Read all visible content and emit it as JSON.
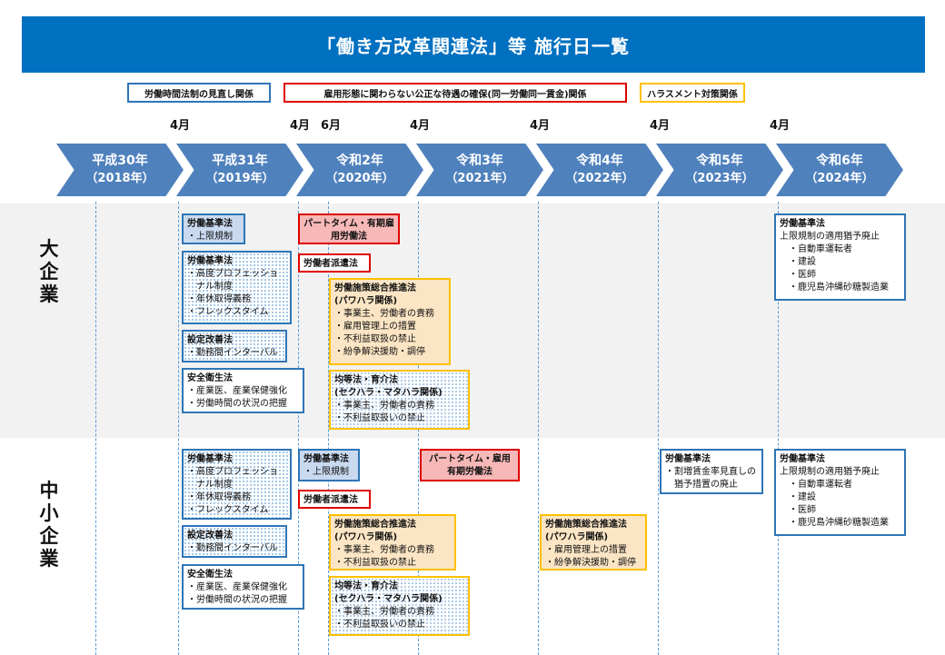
{
  "title": "「働き方改革関連法」等 施行日一覧",
  "legend": {
    "blue": "労働時間法制の見直し関係",
    "red": "雇用形態に関わらない公正な待遇の確保(同一労働同一賃金)関係",
    "orange": "ハラスメント対策関係"
  },
  "months": [
    "4月",
    "4月",
    "6月",
    "4月",
    "4月",
    "4月",
    "4月"
  ],
  "years": [
    {
      "name": "平成30年",
      "sub": "（2018年）"
    },
    {
      "name": "平成31年",
      "sub": "（2019年）"
    },
    {
      "name": "令和2年",
      "sub": "（2020年）"
    },
    {
      "name": "令和3年",
      "sub": "（2021年）"
    },
    {
      "name": "令和4年",
      "sub": "（2022年）"
    },
    {
      "name": "令和5年",
      "sub": "（2023年）"
    },
    {
      "name": "令和6年",
      "sub": "（2024年）"
    }
  ],
  "sections": {
    "large": "大企業",
    "small": "中小企業"
  },
  "large": {
    "b1": {
      "title": "労働基準法",
      "items": [
        "・上限規制"
      ]
    },
    "b2": {
      "title": "労働基準法",
      "items": [
        "・高度プロフェッショ",
        "　ナル制度",
        "・年休取得義務",
        "・フレックスタイム"
      ]
    },
    "b3": {
      "title": "設定改善法",
      "items": [
        "・勤務間インターバル"
      ]
    },
    "b4": {
      "title": "安全衛生法",
      "items": [
        "・産業医、産業保健強化",
        "・労働時間の状況の把握"
      ]
    },
    "r1": {
      "text": "パートタイム・有期雇用労働法"
    },
    "r2": {
      "text": "労働者派遣法"
    },
    "o1": {
      "title": "労働施策総合推進法",
      "subtitle": "(パワハラ関係)",
      "items": [
        "・事業主、労働者の責務",
        "・雇用管理上の措置",
        "・不利益取扱の禁止",
        "・紛争解決援助・調停"
      ]
    },
    "o2": {
      "title": "均等法・育介法",
      "subtitle": "(セクハラ・マタハラ関係)",
      "items": [
        "・事業主、労働者の責務",
        "・不利益取扱いの禁止"
      ]
    },
    "b5": {
      "title": "労働基準法",
      "items": [
        "上限規制の適用猶予廃止",
        "　・自動車運転者",
        "　・建設",
        "　・医師",
        "　・鹿児島沖縄砂糖製造業"
      ]
    }
  },
  "small": {
    "b1": {
      "title": "労働基準法",
      "items": [
        "・高度プロフェッショ",
        "　ナル制度",
        "・年休取得義務",
        "・フレックスタイム"
      ]
    },
    "b2": {
      "title": "設定改善法",
      "items": [
        "・勤務間インターバル"
      ]
    },
    "b3": {
      "title": "安全衛生法",
      "items": [
        "・産業医、産業保健強化",
        "・労働時間の状況の把握"
      ]
    },
    "b4": {
      "title": "労働基準法",
      "items": [
        "・上限規制"
      ]
    },
    "r1": {
      "text": "労働者派遣法"
    },
    "r2": {
      "text": "パートタイム・雇用有期労働法"
    },
    "o1": {
      "title": "労働施策総合推進法",
      "subtitle": "(パワハラ関係)",
      "items": [
        "・事業主、労働者の責務",
        "・不利益取扱の禁止"
      ]
    },
    "o2": {
      "title": "均等法・育介法",
      "subtitle": "(セクハラ・マタハラ関係)",
      "items": [
        "・事業主、労働者の責務",
        "・不利益取扱いの禁止"
      ]
    },
    "o3": {
      "title": "労働施策総合推進法",
      "subtitle": "(パワハラ関係)",
      "items": [
        "・雇用管理上の措置",
        "・紛争解決援助・調停"
      ]
    },
    "b5": {
      "title": "労働基準法",
      "items": [
        "・割増賃金率見直しの",
        "　猶予措置の廃止"
      ]
    },
    "b6": {
      "title": "労働基準法",
      "items": [
        "上限規制の適用猶予廃止",
        "　・自動車運転者",
        "　・建設",
        "　・医師",
        "　・鹿児島沖縄砂糖製造業"
      ]
    }
  }
}
